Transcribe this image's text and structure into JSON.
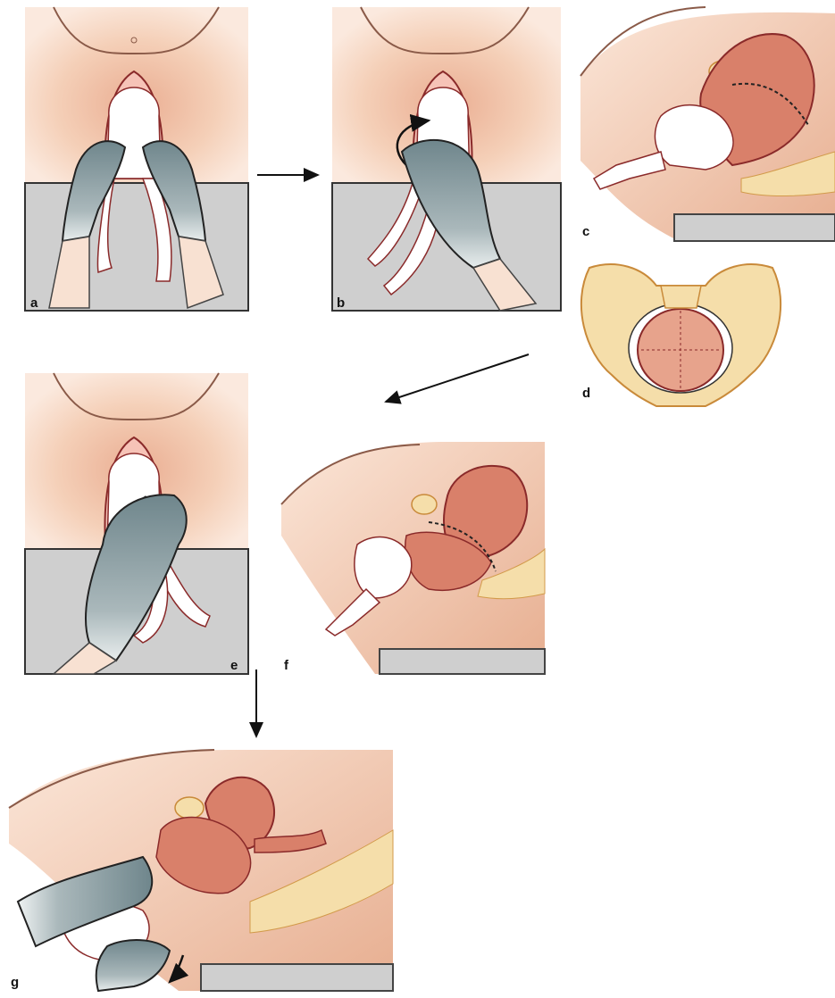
{
  "figure": {
    "panels": [
      {
        "id": "a",
        "label": "a"
      },
      {
        "id": "b",
        "label": "b"
      },
      {
        "id": "c",
        "label": "c"
      },
      {
        "id": "d",
        "label": "d"
      },
      {
        "id": "e",
        "label": "e"
      },
      {
        "id": "f",
        "label": "f"
      },
      {
        "id": "g",
        "label": "g"
      }
    ]
  },
  "colors": {
    "skin": "#f2c9ae",
    "skin_light": "#f8dcc8",
    "belly": "#eab79c",
    "fetus": "#d9806a",
    "fetus_dark": "#b95a48",
    "fetal_white": "#ffffff",
    "outline_red": "#8a2a2a",
    "outline": "#5a3a30",
    "glove": "#7f9499",
    "glove_light": "#c9d3d5",
    "table": "#cfcfcf",
    "table_edge": "#444444",
    "bone": "#f5deaa",
    "bone_line": "#d29a4a",
    "arrow": "#111111"
  }
}
